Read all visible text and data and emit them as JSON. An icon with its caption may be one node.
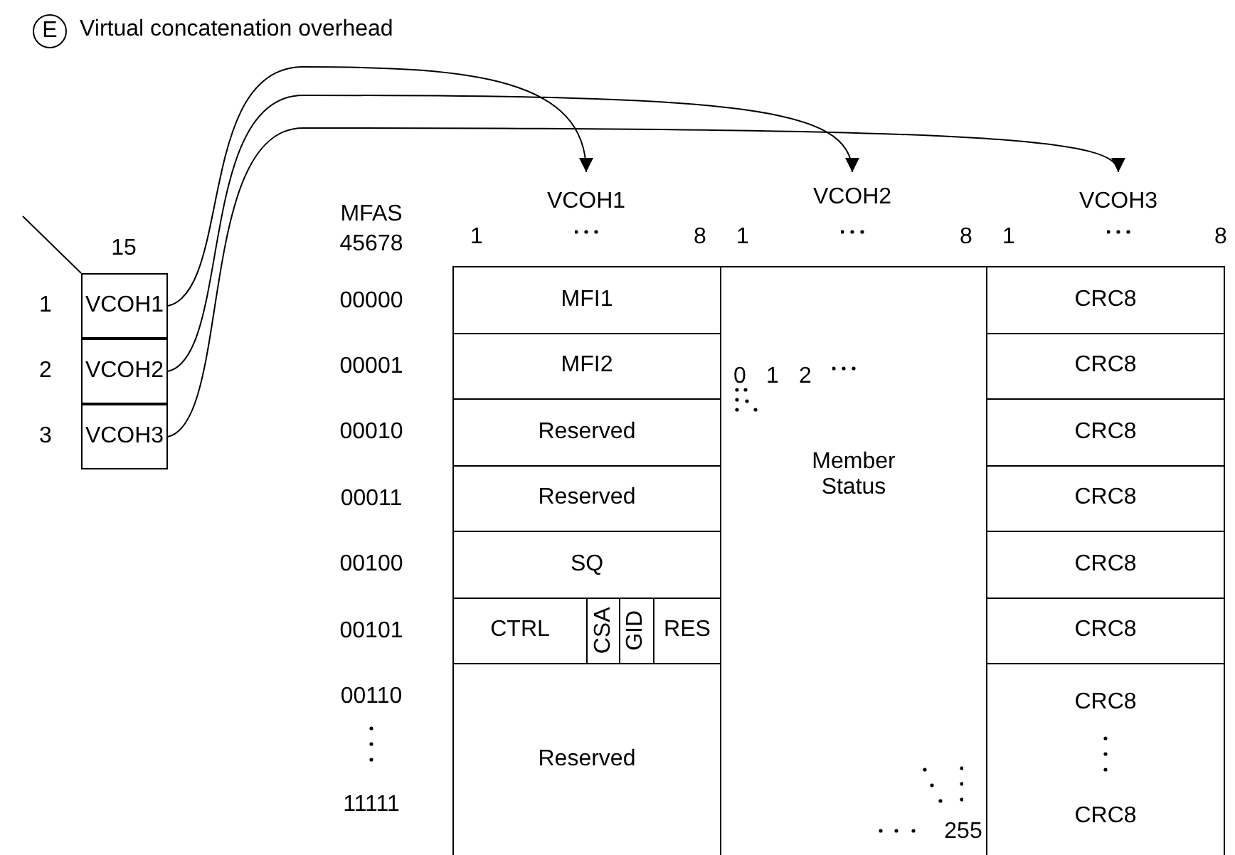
{
  "diagram": {
    "title": "Virtual concatenation overhead",
    "nodes": [
      {
        "text": [
          "E"
        ]
      },
      {
        "text": [
          "VCOH1"
        ]
      },
      {
        "text": [
          "VCOH2"
        ]
      },
      {
        "text": [
          "VCOH3"
        ]
      },
      {
        "text": [
          "VCOH1"
        ]
      },
      {
        "text": [
          "VCOH2"
        ]
      },
      {
        "text": [
          "VCOH3"
        ]
      },
      {
        "text": [
          "MFI1"
        ]
      },
      {
        "text": [
          "MFI2"
        ]
      },
      {
        "text": [
          "Reserved"
        ]
      },
      {
        "text": [
          "Reserved"
        ]
      },
      {
        "text": [
          "SQ"
        ]
      },
      {
        "text": [
          "CTRL"
        ]
      },
      {
        "text": [
          "CSA"
        ]
      },
      {
        "text": [
          "GID"
        ]
      },
      {
        "text": [
          "RES"
        ]
      },
      {
        "text": [
          "Reserved"
        ]
      },
      {
        "text": [
          "Member Status"
        ]
      },
      {
        "text": [
          "CRC8"
        ]
      },
      {
        "text": [
          "CRC8"
        ]
      },
      {
        "text": [
          "CRC8"
        ]
      },
      {
        "text": [
          "CRC8"
        ]
      },
      {
        "text": [
          "CRC8"
        ]
      },
      {
        "text": [
          "CRC8"
        ]
      },
      {
        "text": [
          "CRC8",
          "CRC8"
        ]
      }
    ],
    "edges": [
      {
        "from": 1,
        "to": 4,
        "arrow": "to"
      },
      {
        "from": 2,
        "to": 5,
        "arrow": "to"
      },
      {
        "from": 3,
        "to": 6,
        "arrow": "to"
      }
    ],
    "labels": [
      "MFAS",
      "45678",
      "1",
      "8",
      "1",
      "8",
      "1",
      "8",
      "15",
      "1",
      "2",
      "3",
      "00000",
      "00001",
      "00010",
      "00011",
      "00100",
      "00101",
      "00110",
      "11111",
      "0",
      "1",
      "2",
      "255"
    ]
  }
}
